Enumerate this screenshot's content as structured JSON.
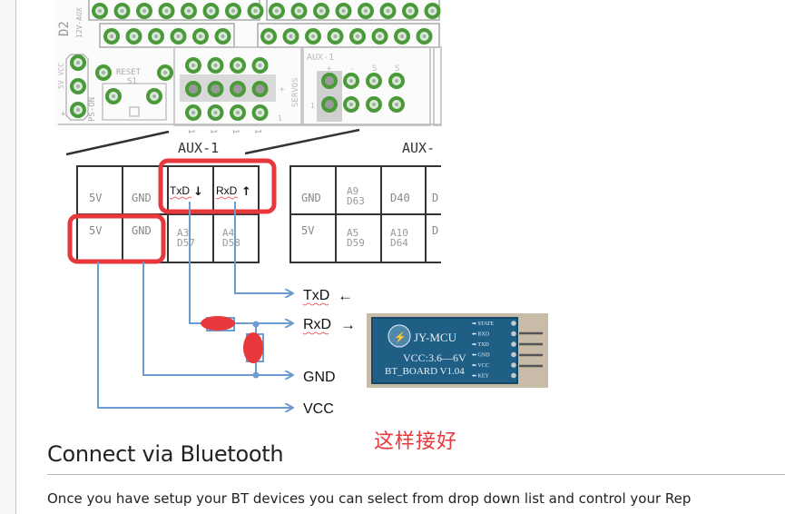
{
  "board": {
    "silkscreen": {
      "d2": "D2",
      "aux_label": "12V-AUX",
      "reset": "RESET",
      "s1": "S1",
      "vcc": "5V VCC",
      "ps_on": "PS-ON",
      "plus": "+",
      "servos": "SERVOS",
      "aux1_header": "AUX-1",
      "aux1_pins": [
        "+",
        "-",
        "S",
        "S"
      ],
      "one": "1"
    },
    "section_labels": {
      "aux1": "AUX-1",
      "aux2": "AUX-"
    },
    "aux1_table": {
      "row1": [
        "5V",
        "GND",
        "TxD",
        "RxD"
      ],
      "row2": [
        "5V",
        "GND",
        "A3\nD57",
        "A4\nD58"
      ]
    },
    "aux1_arrows": {
      "txd": "↓",
      "rxd": "↑"
    },
    "aux2_table": {
      "row1": [
        "GND",
        "A9\nD63",
        "D40",
        "D"
      ],
      "row2": [
        "5V",
        "A5\nD59",
        "A10\nD64",
        "D"
      ]
    }
  },
  "wiring": {
    "labels": [
      {
        "text": "TxD",
        "arrow": "←"
      },
      {
        "text": "RxD",
        "arrow": "→"
      },
      {
        "text": "GND",
        "arrow": ""
      },
      {
        "text": "VCC",
        "arrow": ""
      }
    ]
  },
  "bt_module": {
    "brand": "JY-MCU",
    "voltage": "VCC:3.6—6V",
    "board": "BT_BOARD  V1.04",
    "pins": [
      "STATE",
      "RXD",
      "TXD",
      "GND",
      "VCC",
      "KEY"
    ]
  },
  "annotation": "这样接好",
  "section": {
    "heading": "Connect via Bluetooth",
    "paragraph": "Once you have setup your BT devices you can select from drop down list and control your Rep"
  },
  "colors": {
    "highlight_red": "#e8383b",
    "wire_blue": "#6e9bd0",
    "pcb_green": "#4a9a3a",
    "module_blue": "#1f5f86"
  }
}
